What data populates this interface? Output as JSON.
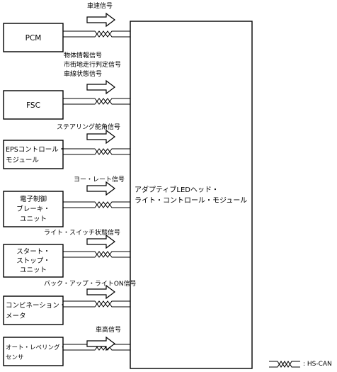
{
  "central_unit": {
    "line1": "アダプティブLEDヘッド・",
    "line2": "ライト・コントロール・モジュール"
  },
  "modules": [
    {
      "lines": [
        "PCM"
      ],
      "signals": [
        "車速信号"
      ]
    },
    {
      "lines": [
        "FSC"
      ],
      "signals": [
        "物体情報信号",
        "市街地走行判定信号",
        "車線状態信号"
      ]
    },
    {
      "lines": [
        "EPSコントロール・",
        "モジュール"
      ],
      "signals": [
        "ステアリング舵角信号"
      ]
    },
    {
      "lines": [
        "電子制御",
        "ブレーキ・",
        "ユニット"
      ],
      "signals": [
        "ヨー・レート信号"
      ]
    },
    {
      "lines": [
        "スタート・",
        "ストップ・",
        "ユニット"
      ],
      "signals": [
        "ライト・スイッチ状態信号"
      ]
    },
    {
      "lines": [
        "コンビネーション・",
        "メータ"
      ],
      "signals": [
        "バック・アップ・ライトON信号"
      ]
    },
    {
      "lines": [
        "オート・レベリング・",
        "センサ"
      ],
      "signals": [
        "車高信号"
      ]
    }
  ],
  "legend": {
    "label": ": HS-CAN"
  }
}
